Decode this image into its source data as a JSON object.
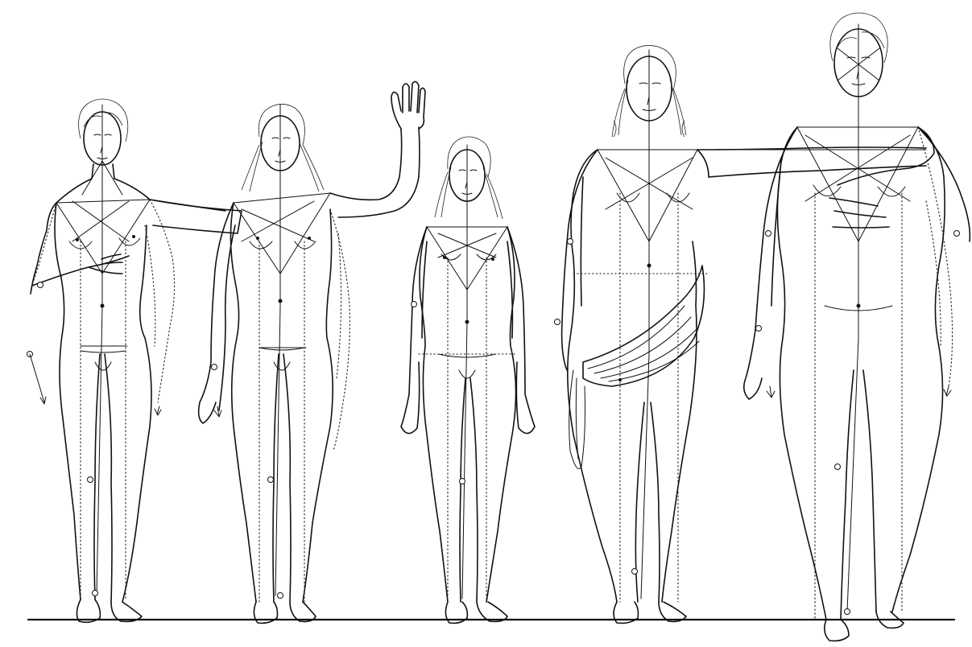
{
  "plate": {
    "subject": "anatomical-proportion-study",
    "figure_count": 5,
    "figures": [
      {
        "id": "figure-1",
        "pose": "left-arm-extended-right-hand-on-chest"
      },
      {
        "id": "figure-2",
        "pose": "right-arm-raised"
      },
      {
        "id": "figure-3",
        "pose": "standing-child"
      },
      {
        "id": "figure-4",
        "pose": "arm-extended-with-drapery"
      },
      {
        "id": "figure-5",
        "pose": "hand-on-chest"
      }
    ],
    "colors": {
      "ink": "#111111",
      "paper": "#ffffff"
    }
  }
}
